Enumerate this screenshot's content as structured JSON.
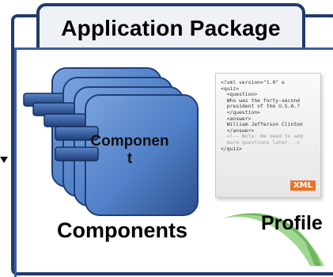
{
  "package": {
    "title": "Application Package"
  },
  "components": {
    "card_label": "Component",
    "caption": "Components"
  },
  "profile": {
    "caption": "Profile",
    "badge": "XML",
    "lines": [
      "<?xml version=\"1.0\" e",
      "<quiz>",
      "  <question>",
      "  Who was the forty-second",
      "  president of the U.S.A.?",
      "  </question>",
      "  <answer>",
      "  William Jefferson Clinton",
      "  </answer>",
      "  <!-- Note: We need to add",
      "  more questions later.-->",
      "</quiz>"
    ]
  },
  "colors": {
    "frame": "#223a6a",
    "component_fill": "#4f7fc6",
    "component_dark": "#2c4f8e",
    "xml_badge": "#e9722c",
    "swoosh": "#7cc46a"
  }
}
